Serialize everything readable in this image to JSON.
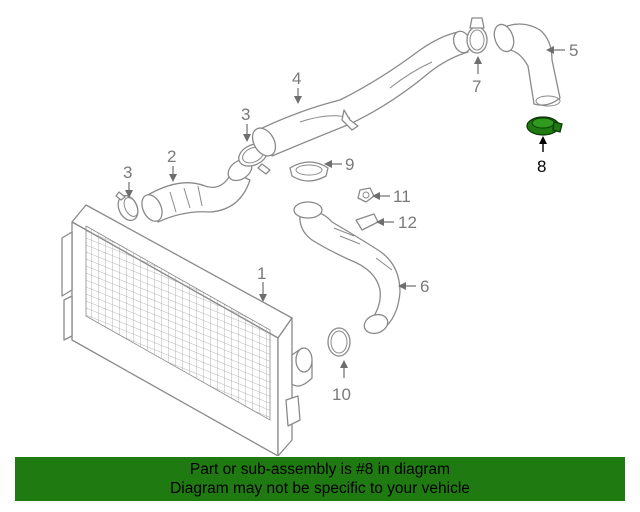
{
  "diagram": {
    "callouts": {
      "c1": "1",
      "c2": "2",
      "c3a": "3",
      "c3b": "3",
      "c4": "4",
      "c5": "5",
      "c6": "6",
      "c7": "7",
      "c8": "8",
      "c9": "9",
      "c10": "10",
      "c11": "11",
      "c12": "12"
    },
    "highlighted_part": "8",
    "colors": {
      "highlight": "#1f7a12",
      "line": "#8a8a8a",
      "label": "#7a7a7a"
    }
  },
  "footer": {
    "line1": "Part or sub-assembly is #8 in diagram",
    "line2": "Diagram may not be specific to your vehicle"
  }
}
